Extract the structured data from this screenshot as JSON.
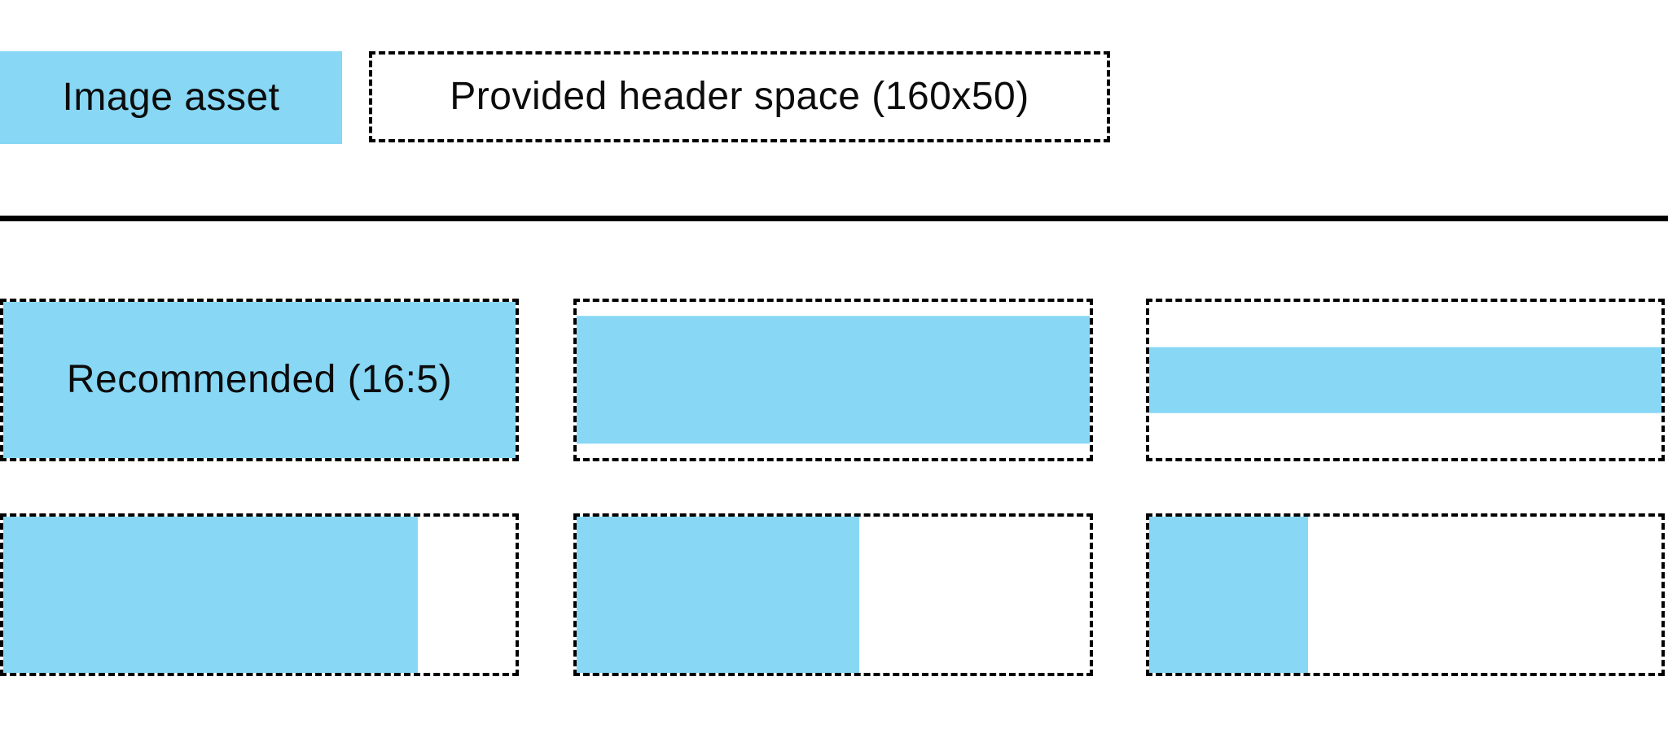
{
  "colors": {
    "asset_blue": "#87D7F5",
    "line_black": "#000000"
  },
  "legend": {
    "image_asset": {
      "label": "Image asset"
    },
    "header_space": {
      "label": "Provided header space (160x50)",
      "size": "160x50"
    }
  },
  "examples": {
    "recommended_ratio": "16:5",
    "cells": [
      {
        "name": "recommended-16x5",
        "label": "Recommended (16:5)",
        "fill": {
          "width": "100%",
          "height": "100%"
        }
      },
      {
        "name": "taller-than-16x5",
        "fill": {
          "width": "100%",
          "height": "82%"
        }
      },
      {
        "name": "much-taller-banner",
        "fill": {
          "width": "100%",
          "height": "42%"
        }
      },
      {
        "name": "narrower-than-16x5",
        "fill": {
          "width": "81%",
          "height": "100%"
        }
      },
      {
        "name": "half-width",
        "fill": {
          "width": "55%",
          "height": "100%"
        }
      },
      {
        "name": "narrowest",
        "fill": {
          "width": "31%",
          "height": "100%"
        }
      }
    ]
  }
}
